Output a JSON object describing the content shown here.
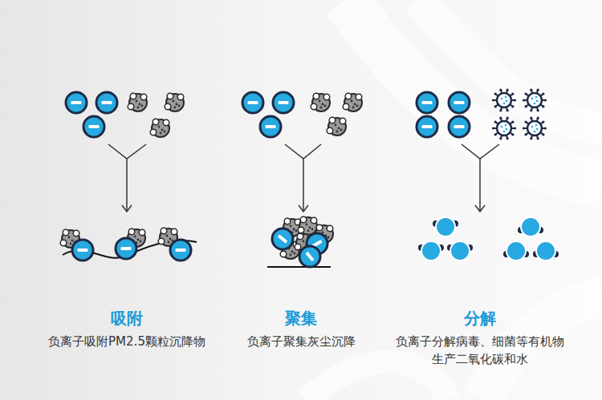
{
  "diagram": {
    "labels": [
      "吸附",
      "负离子吸附PM2.5颗粒沉降物",
      "聚集",
      "负离子聚集灰尘沉降",
      "分解",
      "负离子分解病毒、细菌等有机物 生产二氧化碳和水"
    ]
  }
}
